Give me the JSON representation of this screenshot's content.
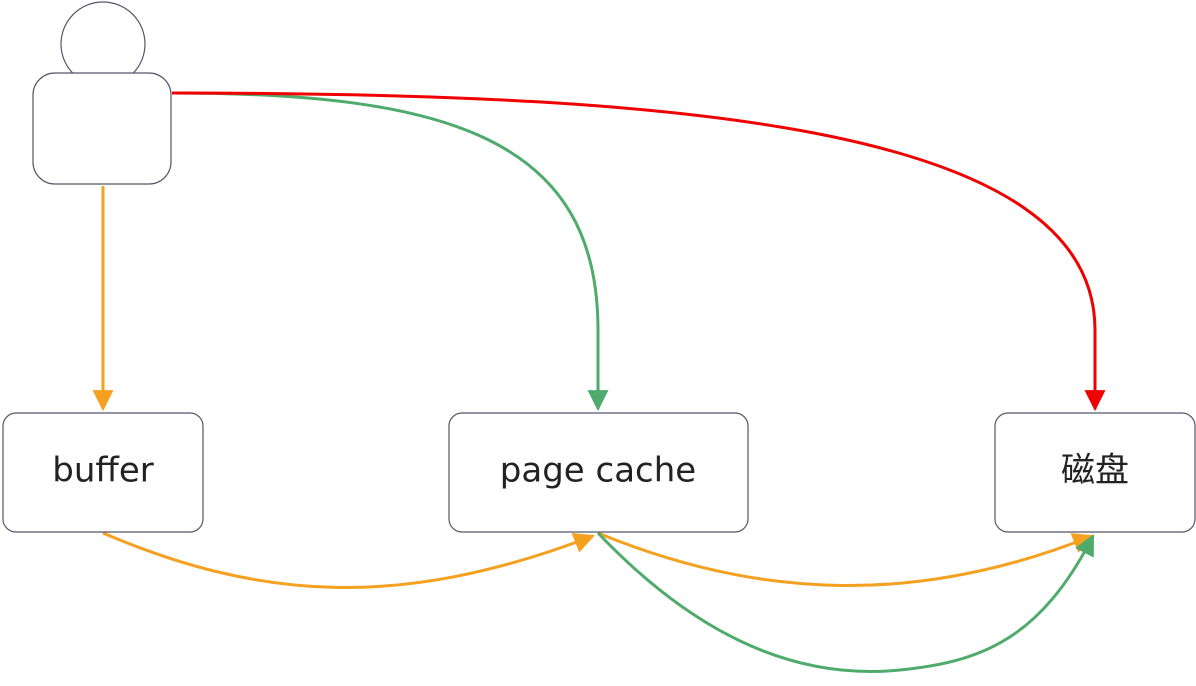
{
  "nodes": {
    "buffer": {
      "label": "buffer"
    },
    "page_cache": {
      "label": "page cache"
    },
    "disk": {
      "label": "磁盘"
    }
  },
  "colors": {
    "orange": "#f5a01f",
    "green": "#4fab6b",
    "red": "#f00000",
    "outline": "#55556a"
  },
  "icons": {
    "user": "user-icon"
  }
}
